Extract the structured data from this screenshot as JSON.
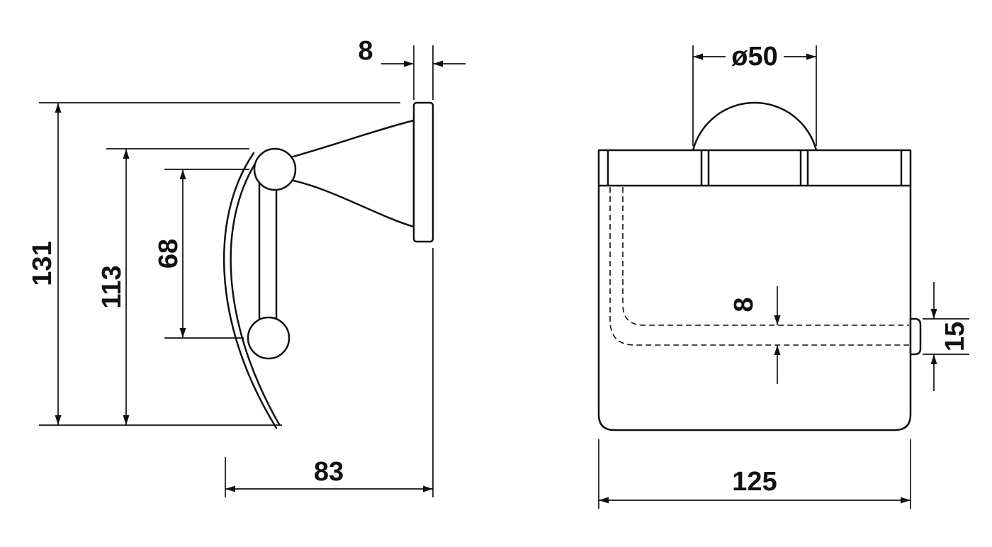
{
  "drawing": {
    "side_view": {
      "plate_thickness": "8",
      "total_height": "131",
      "holder_height": "113",
      "pin_span": "68",
      "depth": "83"
    },
    "front_view": {
      "mount_diameter": "ø50",
      "edge_gap": "8",
      "tab_height": "15",
      "width": "125"
    },
    "colors": {
      "line": "#111111",
      "background": "#ffffff"
    }
  }
}
